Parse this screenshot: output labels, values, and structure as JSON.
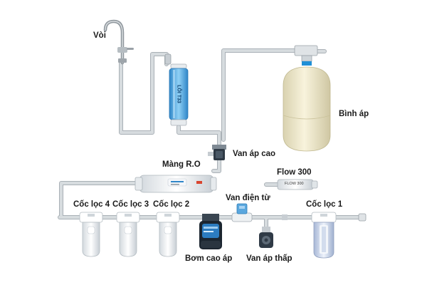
{
  "labels": {
    "voi": "Vòi",
    "binh_ap": "Bình áp",
    "van_ap_cao": "Van áp cao",
    "mang_ro": "Màng R.O",
    "flow": "Flow 300",
    "van_dien_tu": "Van điện từ",
    "coc_loc_4": "Cốc lọc 4",
    "coc_loc_3": "Cốc lọc 3",
    "coc_loc_2": "Cốc lọc 2",
    "coc_loc_1": "Cốc lọc 1",
    "bom_cao_ap": "Bơm cao áp",
    "van_ap_thap": "Van áp thấp"
  },
  "components": {
    "loi_t33_text": "LÕI T33",
    "flow_cap_text": "FLOW 300"
  },
  "colors": {
    "pipe": "#cfd4d8",
    "pipe_edge": "#a9b0b6",
    "t33_blue": "#4fa8e0",
    "tank": "#f1ebcf",
    "housing_clear": "#dbe6f6",
    "housing_white": "#f4f6f8",
    "pump": "#1c2630",
    "valve": "#2f3a46"
  }
}
